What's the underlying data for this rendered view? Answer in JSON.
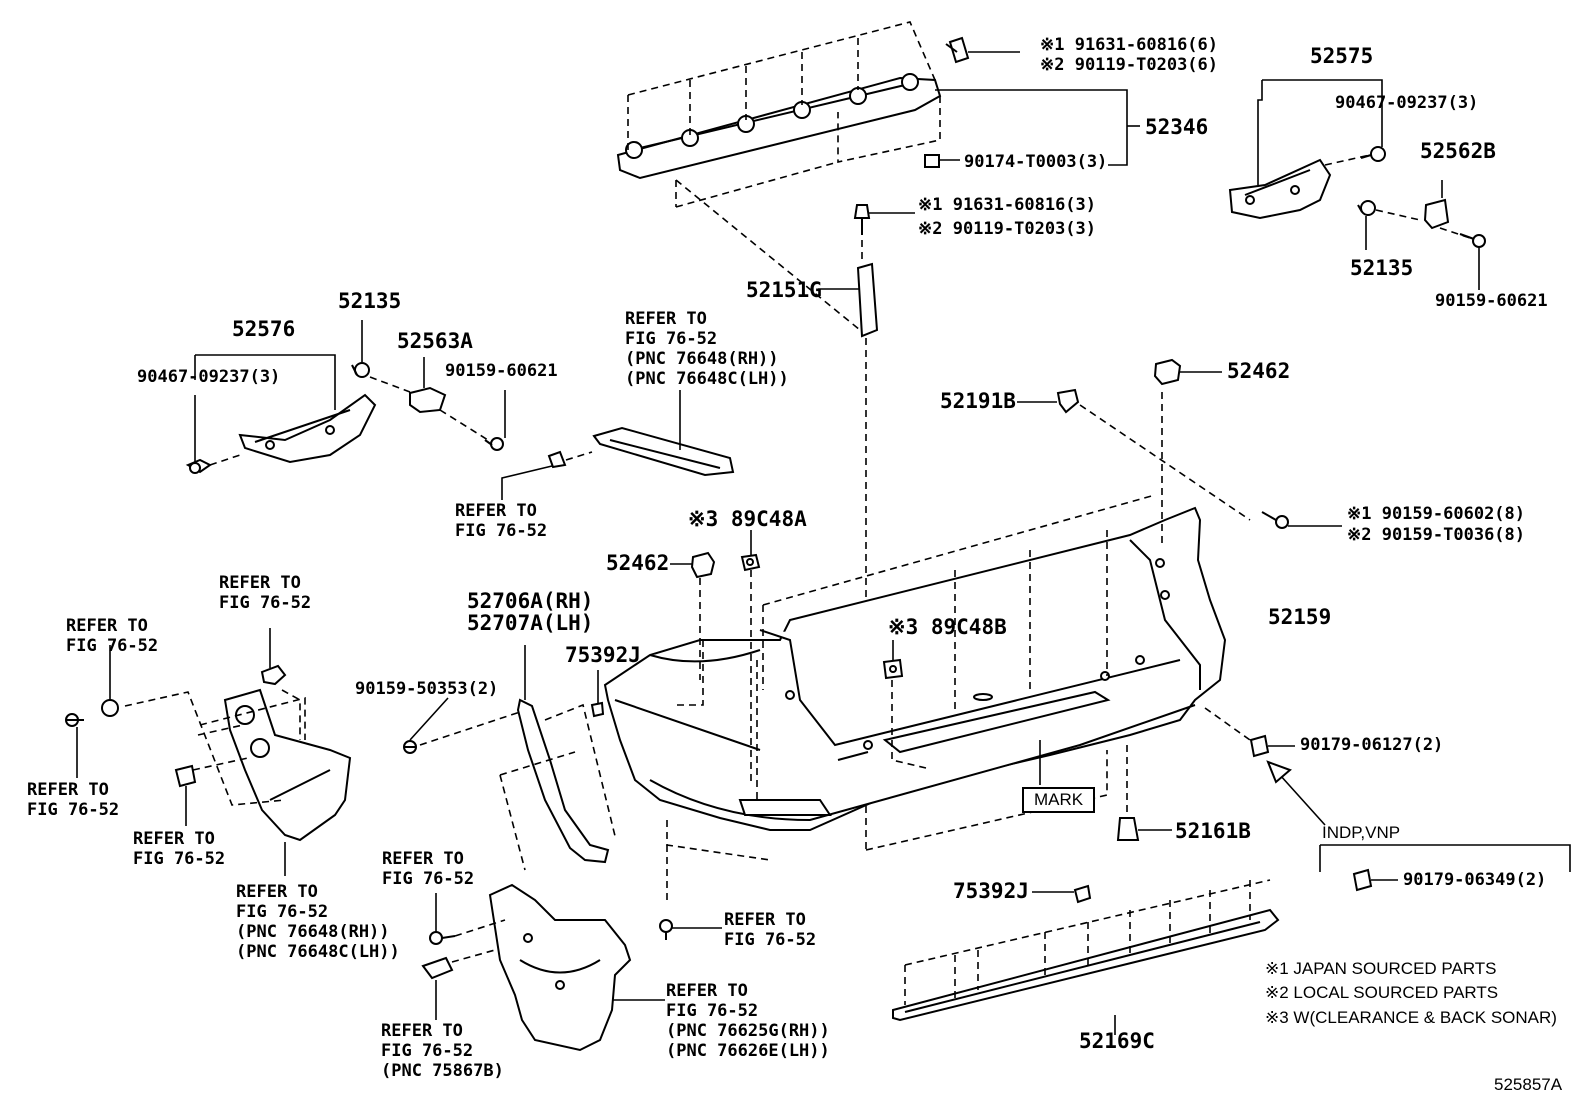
{
  "labels": {
    "p_91631_60816_6": "※1 91631-60816(6)",
    "p_90119_T0203_6": "※2 90119-T0203(6)",
    "p_52346": "52346",
    "p_90174_T0003": "90174-T0003(3)",
    "p_91631_60816_3": "※1 91631-60816(3)",
    "p_90119_T0203_3": "※2 90119-T0203(3)",
    "p_52151G": "52151G",
    "p_52575": "52575",
    "p_90467_09237_rh": "90467-09237(3)",
    "p_52562B": "52562B",
    "p_52135_rh": "52135",
    "p_90159_60621_rh": "90159-60621",
    "p_52576": "52576",
    "p_52135_lh": "52135",
    "p_52563A": "52563A",
    "p_90159_60621_lh": "90159-60621",
    "p_90467_09237_lh": "90467-09237(3)",
    "refer_76648_a": "REFER TO",
    "refer_76648_b": "FIG 76-52",
    "refer_76648_c": "(PNC 76648(RH))",
    "refer_76648_d": "(PNC 76648C(LH))",
    "refer_mid_a": "REFER TO",
    "refer_mid_b": "FIG 76-52",
    "p_52462_top": "52462",
    "p_52191B": "52191B",
    "p_90159_60602": "※1 90159-60602(8)",
    "p_90159_T0036": "※2 90159-T0036(8)",
    "p_89C48A": "※3 89C48A",
    "p_52462_mid": "52462",
    "p_52706A": "52706A(RH)",
    "p_52707A": "52707A(LH)",
    "p_75392J_a": "75392J",
    "p_89C48B": "※3 89C48B",
    "p_52159": "52159",
    "p_90159_50353": "90159-50353(2)",
    "p_90179_06127": "90179-06127(2)",
    "refer_tl_a": "REFER TO",
    "refer_tl_b": "FIG 76-52",
    "refer_l1_a": "REFER TO",
    "refer_l1_b": "FIG 76-52",
    "refer_l2_a": "REFER TO",
    "refer_l2_b": "FIG 76-52",
    "refer_l3_a": "REFER TO",
    "refer_l3_b": "FIG 76-52",
    "refer_l4_a": "REFER TO",
    "refer_l4_b": "FIG 76-52",
    "refer_l4_c": "(PNC 76648(RH))",
    "refer_l4_d": "(PNC 76648C(LH))",
    "refer_m1_a": "REFER TO",
    "refer_m1_b": "FIG 76-52",
    "refer_m2_a": "REFER TO",
    "refer_m2_b": "FIG 76-52",
    "refer_m2_c": "(PNC 75867B)",
    "refer_m3_a": "REFER TO",
    "refer_m3_b": "FIG 76-52",
    "refer_m3_c": "(PNC 76625G(RH))",
    "refer_m3_d": "(PNC 76626E(LH))",
    "refer_m4_a": "REFER TO",
    "refer_m4_b": "FIG 76-52",
    "mark": "MARK",
    "p_52161B": "52161B",
    "indp": "INDP,VNP",
    "p_90179_06349": "90179-06349(2)",
    "p_75392J_b": "75392J",
    "p_52169C": "52169C",
    "note1": "※1 JAPAN SOURCED PARTS",
    "note2": "※2 LOCAL SOURCED PARTS",
    "note3": "※3 W(CLEARANCE & BACK SONAR)",
    "diagram_id": "525857A"
  }
}
